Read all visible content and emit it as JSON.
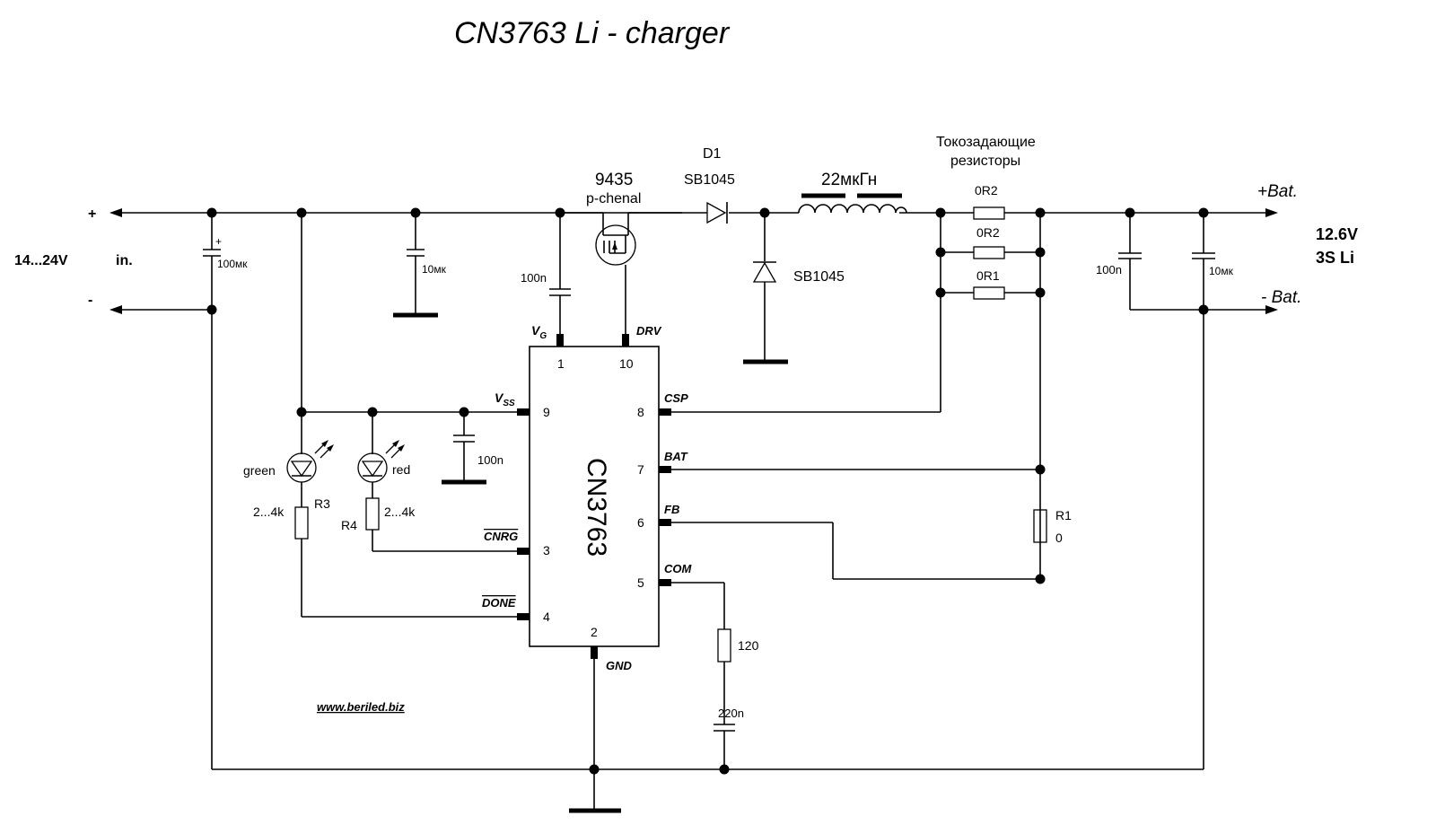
{
  "title": "CN3763  Li - charger",
  "input": {
    "plus": "+",
    "minus": "-",
    "voltage": "14...24V",
    "in": "in."
  },
  "output": {
    "plus": "+Bat.",
    "minus": "- Bat.",
    "voltage": "12.6V",
    "cells": "3S  Li"
  },
  "parts": {
    "c_in1": "100мк",
    "c_in1_pol": "+",
    "c_in2": "10мк",
    "c_vg": "100n",
    "mosfet_num": "9435",
    "mosfet_type": "p-chenal",
    "d1_ref": "D1",
    "d1_val": "SB1045",
    "d2_val": "SB1045",
    "inductor": "22мкГн",
    "sense_title_1": "Токозадающие",
    "sense_title_2": "резисторы",
    "r_sense_a": "0R2",
    "r_sense_b": "0R2",
    "r_sense_c": "0R1",
    "c_out1": "100n",
    "c_out2": "10мк",
    "c_vss": "100n",
    "led_green": "green",
    "led_red": "red",
    "r3_ref": "R3",
    "r3_val": "2...4k",
    "r4_ref": "R4",
    "r4_val": "2...4k",
    "r1_ref": "R1",
    "r1_val": "0",
    "r_com": "120",
    "c_com": "220n"
  },
  "ic": {
    "name": "CN3763",
    "pins": {
      "vg": "V",
      "vg_sub": "G",
      "vg_num": "1",
      "drv": "DRV",
      "drv_num": "10",
      "vss": "V",
      "vss_sub": "SS",
      "vss_num": "9",
      "csp": "CSP",
      "csp_num": "8",
      "bat": "BAT",
      "bat_num": "7",
      "fb": "FB",
      "fb_num": "6",
      "com": "COM",
      "com_num": "5",
      "cnrg": "CNRG",
      "cnrg_num": "3",
      "done": "DONE",
      "done_num": "4",
      "gnd": "GND",
      "gnd_num": "2"
    }
  },
  "website": "www.beriled.biz"
}
